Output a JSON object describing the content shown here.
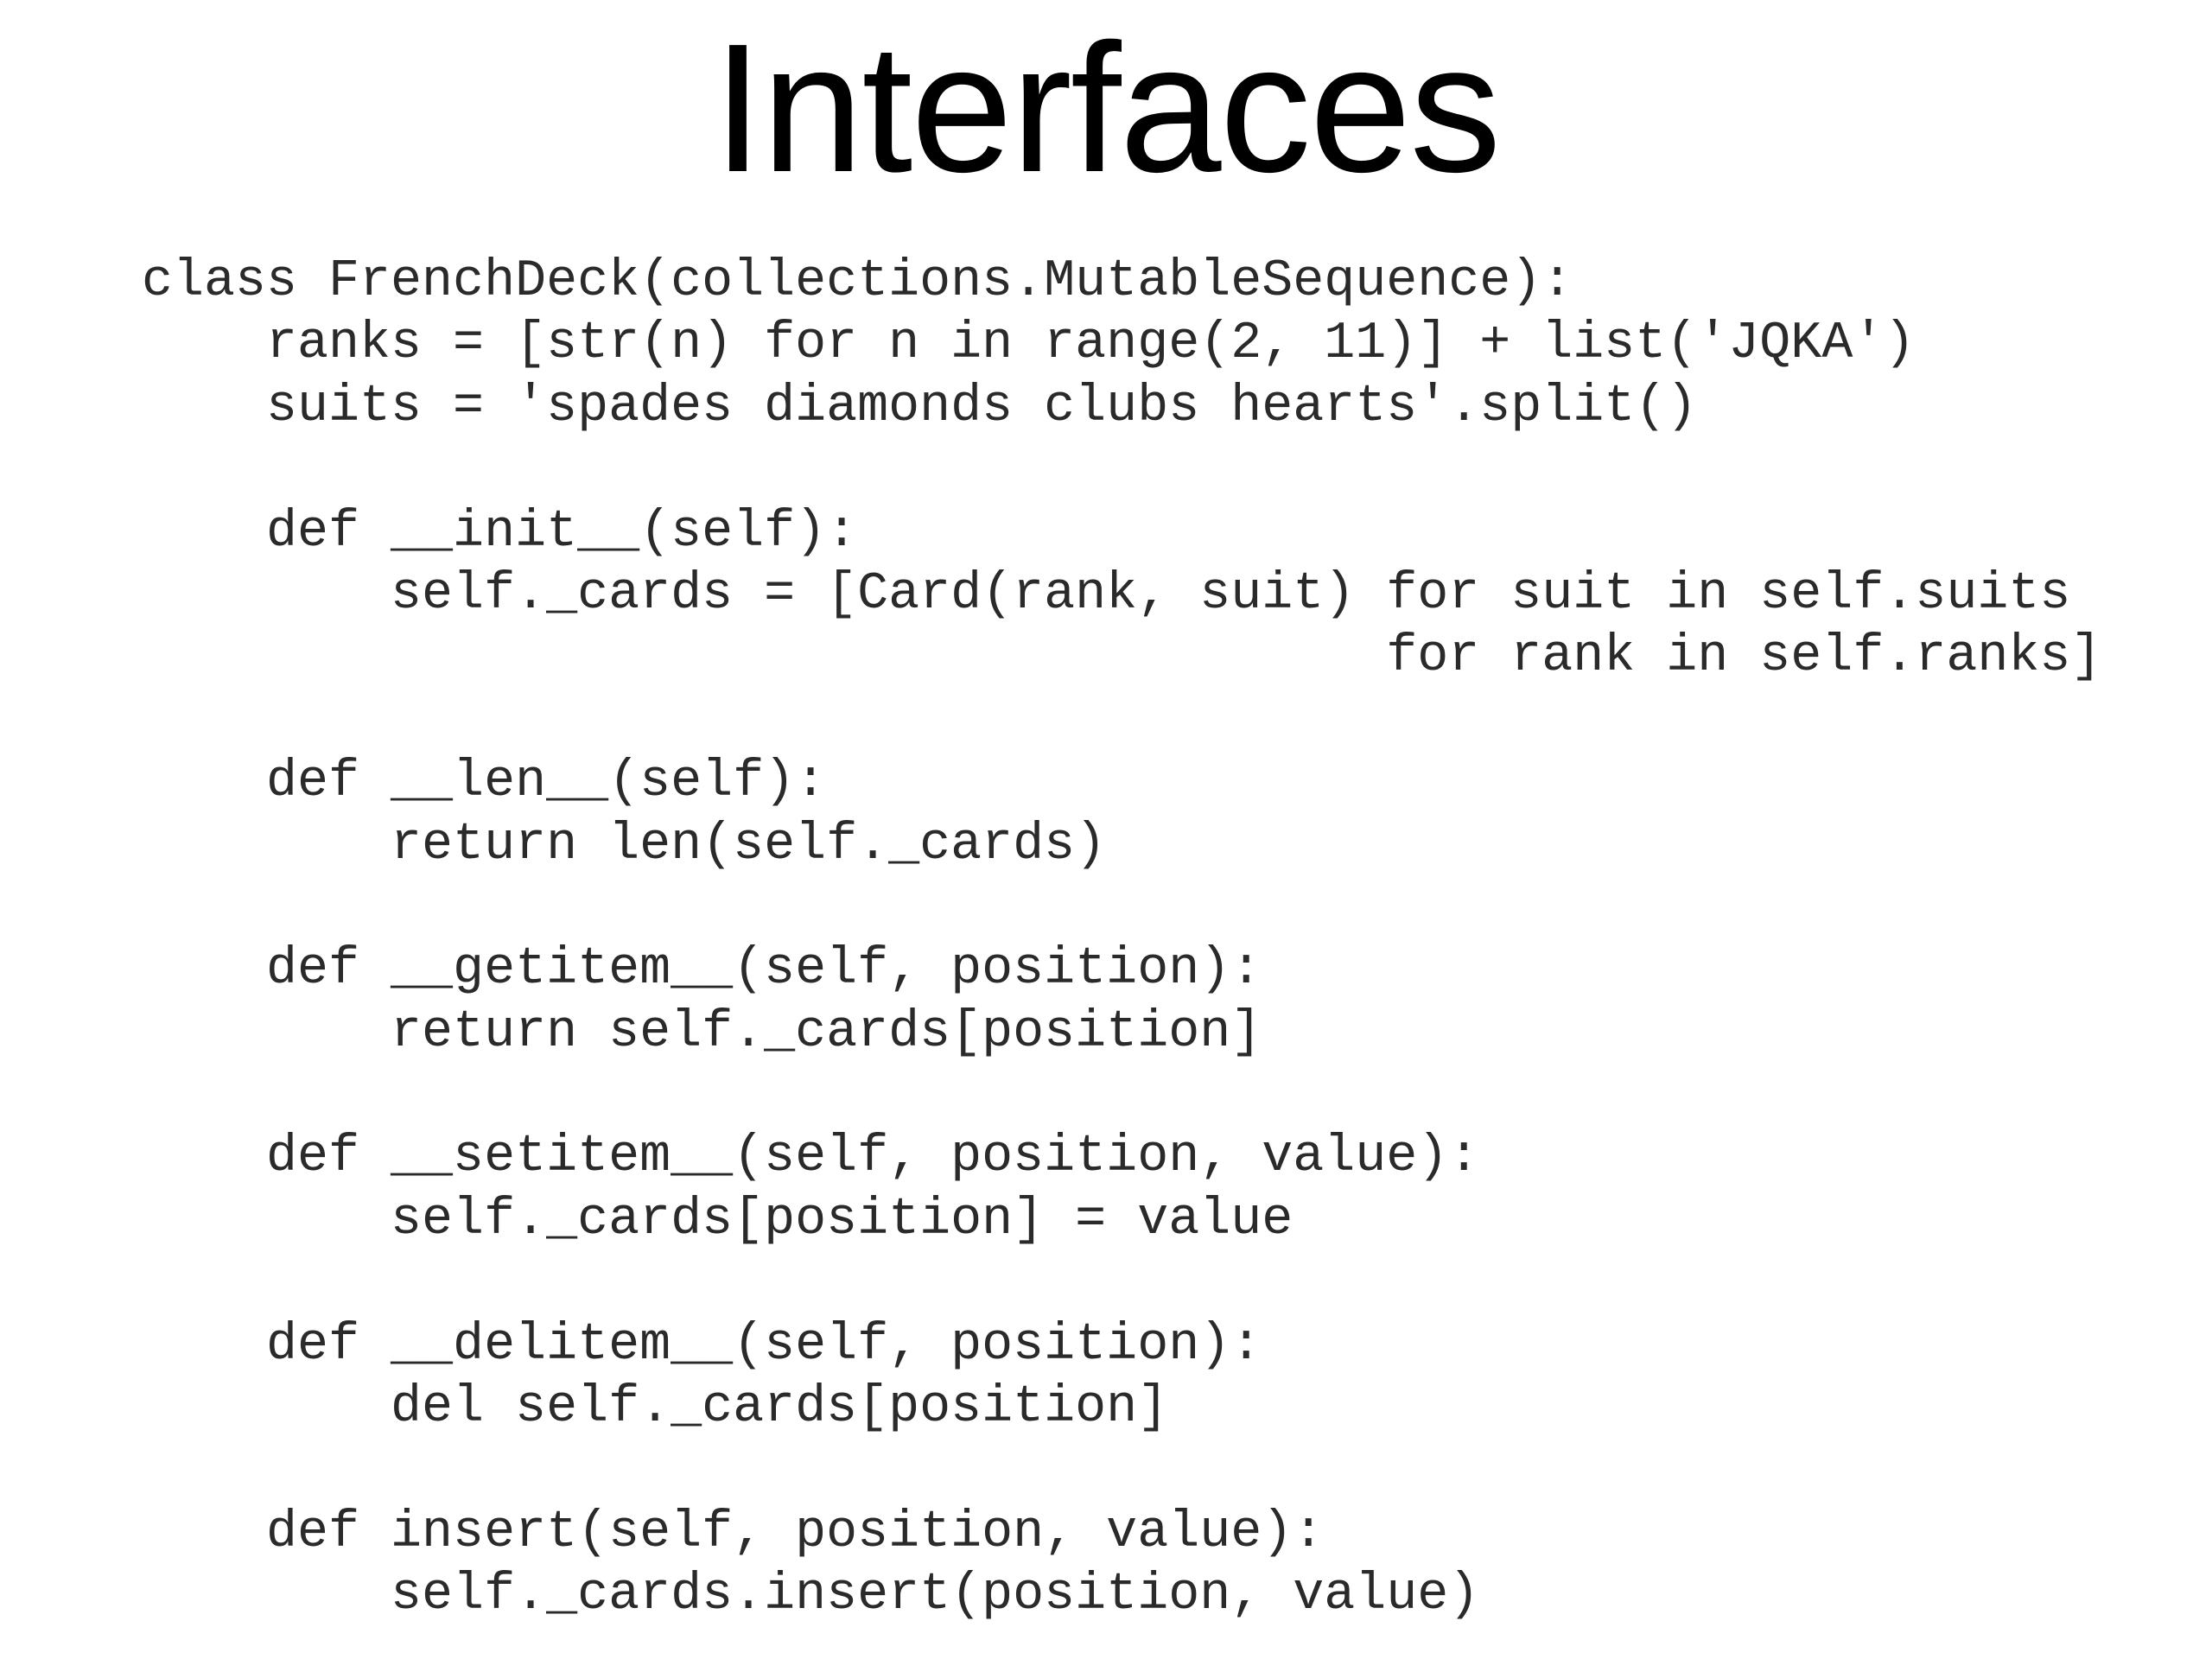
{
  "slide": {
    "title": "Interfaces",
    "code_lines": [
      "class FrenchDeck(collections.MutableSequence):",
      "    ranks = [str(n) for n in range(2, 11)] + list('JQKA')",
      "    suits = 'spades diamonds clubs hearts'.split()",
      "",
      "    def __init__(self):",
      "        self._cards = [Card(rank, suit) for suit in self.suits",
      "                                        for rank in self.ranks]",
      "",
      "    def __len__(self):",
      "        return len(self._cards)",
      "",
      "    def __getitem__(self, position):",
      "        return self._cards[position]",
      "",
      "    def __setitem__(self, position, value):",
      "        self._cards[position] = value",
      "",
      "    def __delitem__(self, position):",
      "        del self._cards[position]",
      "",
      "    def insert(self, position, value):",
      "        self._cards.insert(position, value)"
    ]
  }
}
